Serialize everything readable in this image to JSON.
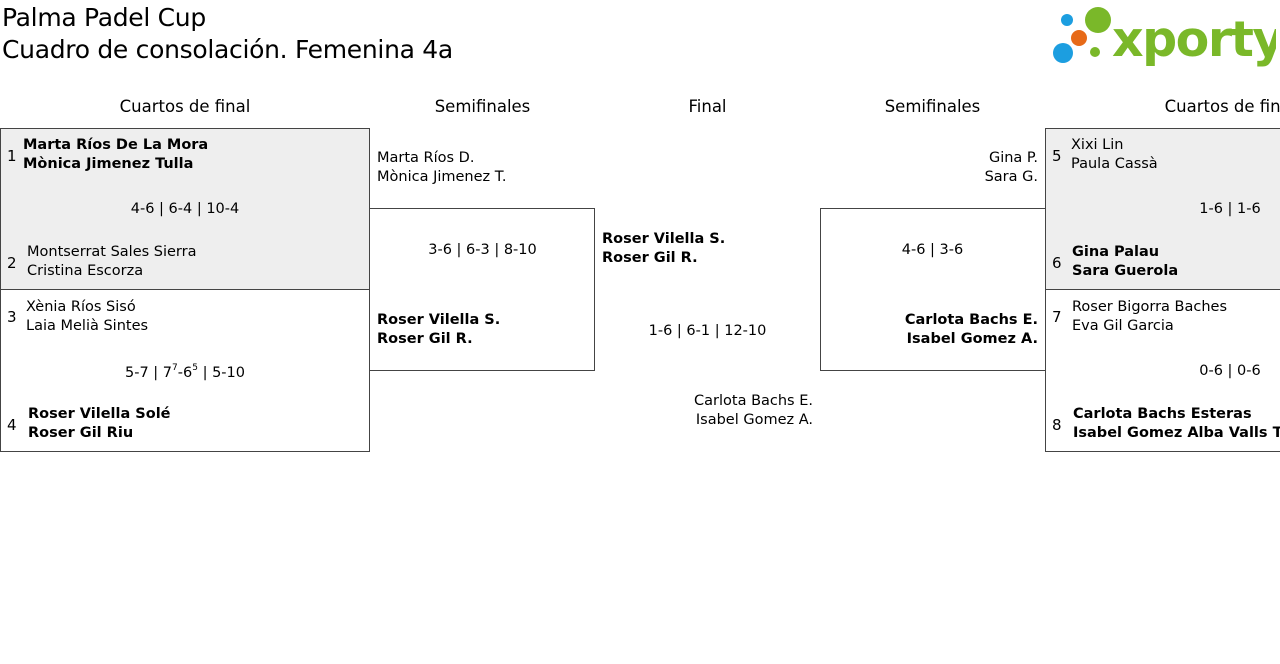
{
  "header": {
    "title": "Palma Padel Cup",
    "subtitle": "Cuadro de consolación. Femenina 4a",
    "logo_text": "xporty"
  },
  "colors": {
    "logo_green": "#7ab829",
    "logo_blue": "#1c9ee0",
    "logo_orange": "#e76a18"
  },
  "rounds": {
    "left_qf": "Cuartos de final",
    "left_sf": "Semifinales",
    "final": "Final",
    "right_sf": "Semifinales",
    "right_qf": "Cuartos de final"
  },
  "qf_left_1": {
    "seed_a": "1",
    "team_a": [
      "Marta Ríos De La Mora",
      "Mònica Jimenez Tulla"
    ],
    "score": "4-6 | 6-4 | 10-4",
    "seed_b": "2",
    "team_b": [
      "Montserrat Sales Sierra",
      "Cristina Escorza"
    ]
  },
  "qf_left_2": {
    "seed_a": "3",
    "team_a": [
      "Xènia Ríos Sisó",
      "Laia Melià Sintes"
    ],
    "score_parts": {
      "s1": "5-7 | 7",
      "s1_sup": "7",
      "s2": "-6",
      "s2_sup": "5",
      "s3": " | 5-10"
    },
    "seed_b": "4",
    "team_b": [
      "Roser Vilella Solé",
      "Roser Gil Riu"
    ]
  },
  "sf_left": {
    "team_a": [
      "Marta Ríos D.",
      "Mònica Jimenez T."
    ],
    "score": "3-6 | 6-3 | 8-10",
    "team_b": [
      "Roser Vilella S.",
      "Roser Gil R."
    ]
  },
  "final": {
    "team_a": [
      "Roser Vilella S.",
      "Roser Gil R."
    ],
    "score": "1-6 | 6-1 | 12-10",
    "team_b": [
      "Carlota Bachs E.",
      "Isabel Gomez A."
    ]
  },
  "sf_right": {
    "team_a": [
      "Gina P.",
      "Sara G."
    ],
    "score": "4-6 | 3-6",
    "team_b": [
      "Carlota Bachs E.",
      "Isabel Gomez A."
    ]
  },
  "qf_right_1": {
    "seed_a": "5",
    "team_a": [
      "Xixi Lin",
      "Paula Cassà"
    ],
    "score": "1-6 | 1-6",
    "seed_b": "6",
    "team_b": [
      "Gina Palau",
      "Sara Guerola"
    ]
  },
  "qf_right_2": {
    "seed_a": "7",
    "team_a": [
      "Roser Bigorra Baches",
      "Eva Gil Garcia"
    ],
    "score": "0-6 | 0-6",
    "seed_b": "8",
    "team_b": [
      "Carlota Bachs Esteras",
      "Isabel Gomez Alba Valls Tab"
    ]
  }
}
